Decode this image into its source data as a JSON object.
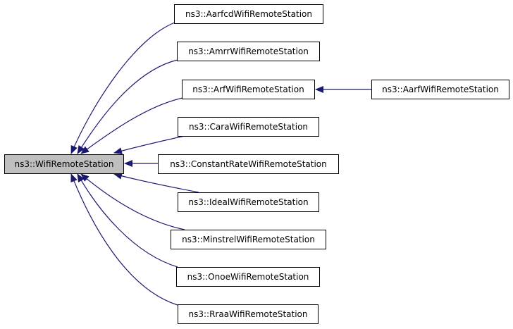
{
  "diagram": {
    "type": "inheritance-graph",
    "base": {
      "id": "WifiRemoteStation",
      "label": "ns3::WifiRemoteStation"
    },
    "nodes": [
      {
        "id": "AarfcdWifiRemoteStation",
        "label": "ns3::AarfcdWifiRemoteStation",
        "parent": "WifiRemoteStation"
      },
      {
        "id": "AmrrWifiRemoteStation",
        "label": "ns3::AmrrWifiRemoteStation",
        "parent": "WifiRemoteStation"
      },
      {
        "id": "ArfWifiRemoteStation",
        "label": "ns3::ArfWifiRemoteStation",
        "parent": "WifiRemoteStation"
      },
      {
        "id": "AarfWifiRemoteStation",
        "label": "ns3::AarfWifiRemoteStation",
        "parent": "ArfWifiRemoteStation"
      },
      {
        "id": "CaraWifiRemoteStation",
        "label": "ns3::CaraWifiRemoteStation",
        "parent": "WifiRemoteStation"
      },
      {
        "id": "ConstantRateWifiRemoteStation",
        "label": "ns3::ConstantRateWifiRemoteStation",
        "parent": "WifiRemoteStation"
      },
      {
        "id": "IdealWifiRemoteStation",
        "label": "ns3::IdealWifiRemoteStation",
        "parent": "WifiRemoteStation"
      },
      {
        "id": "MinstrelWifiRemoteStation",
        "label": "ns3::MinstrelWifiRemoteStation",
        "parent": "WifiRemoteStation"
      },
      {
        "id": "OnoeWifiRemoteStation",
        "label": "ns3::OnoeWifiRemoteStation",
        "parent": "WifiRemoteStation"
      },
      {
        "id": "RraaWifiRemoteStation",
        "label": "ns3::RraaWifiRemoteStation",
        "parent": "WifiRemoteStation"
      }
    ],
    "colors": {
      "edge": "#191970",
      "base_fill": "#bfbfbf",
      "node_fill": "#ffffff",
      "border": "#000000"
    }
  }
}
